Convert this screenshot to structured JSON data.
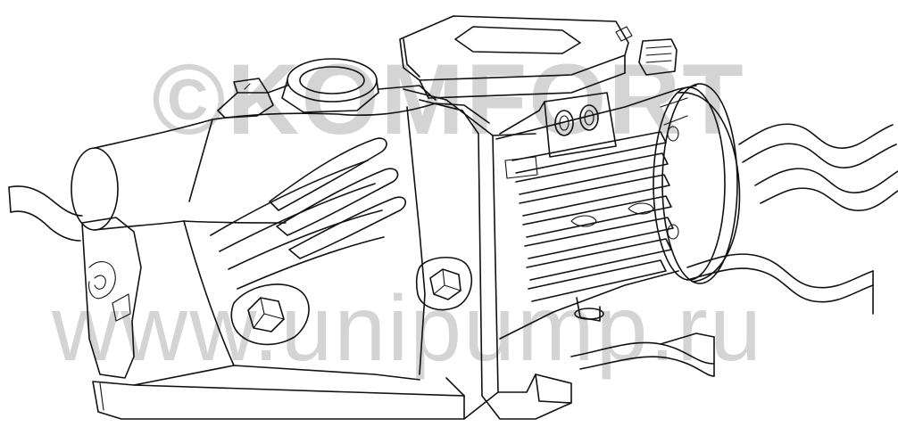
{
  "watermark": {
    "brand": "©KOMFORT",
    "url": "www.unipump.ru",
    "color": "#d4d4d4"
  },
  "illustration": {
    "subject": "surface-jet-pump-line-drawing",
    "line_color": "#111111",
    "background": "#ffffff"
  }
}
